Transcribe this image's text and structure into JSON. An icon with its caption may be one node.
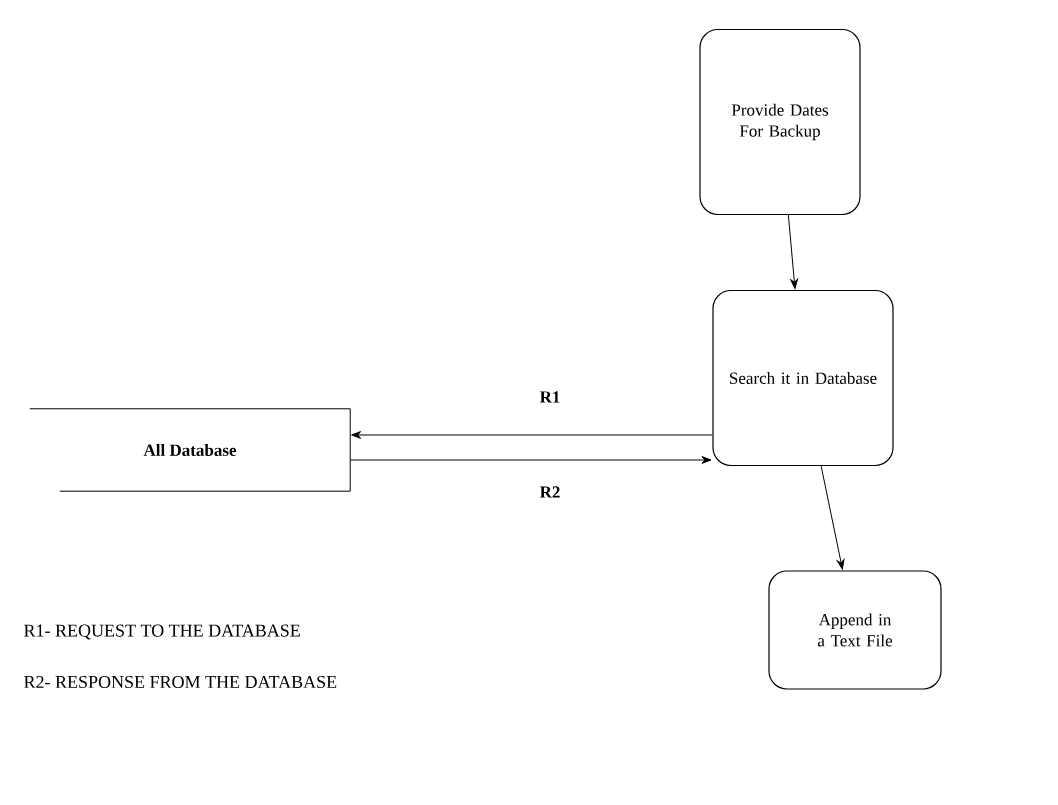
{
  "diagram": {
    "nodes": [
      {
        "text": [
          "Provide Dates For Backup"
        ]
      },
      {
        "text": [
          "Search it in Database"
        ]
      },
      {
        "text": [
          "All Database"
        ]
      },
      {
        "text": [
          "Append in a Text File"
        ]
      }
    ],
    "edges": [
      {
        "from": 0,
        "to": 1,
        "arrow": "to"
      },
      {
        "from": 1,
        "to": 2,
        "arrow": "to",
        "label": "R1"
      },
      {
        "from": 2,
        "to": 1,
        "arrow": "to",
        "label": "R2"
      },
      {
        "from": 1,
        "to": 3,
        "arrow": "to"
      }
    ],
    "labels": [
      "R1- REQUEST TO THE DATABASE",
      "R2- RESPONSE FROM THE DATABASE"
    ]
  }
}
